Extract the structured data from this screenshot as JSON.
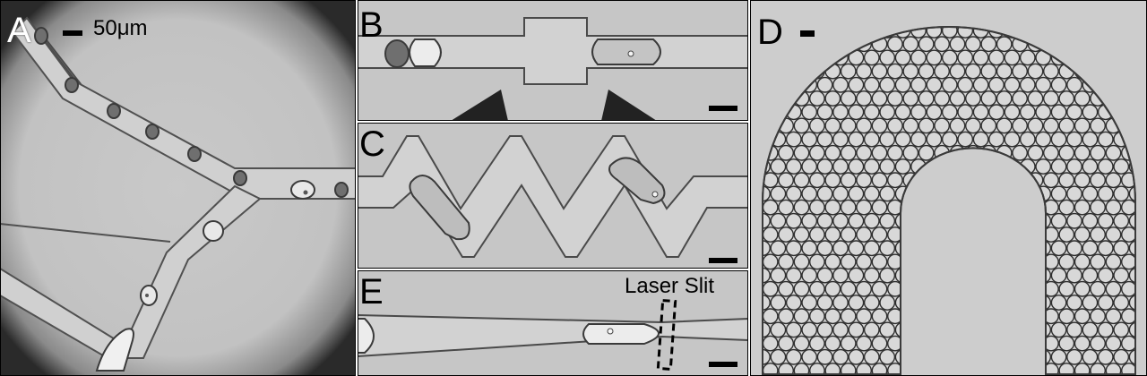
{
  "figure": {
    "colors": {
      "background": "#c9c9c9",
      "channel_wall": "#4a4a4a",
      "droplet_dark": "#6f6f6f",
      "dark_structure": "#222222"
    },
    "panels": [
      {
        "label": "A",
        "scale_bar_text": "50μm"
      },
      {
        "label": "B"
      },
      {
        "label": "C"
      },
      {
        "label": "D"
      },
      {
        "label": "E",
        "annotation": "Laser Slit"
      }
    ]
  }
}
